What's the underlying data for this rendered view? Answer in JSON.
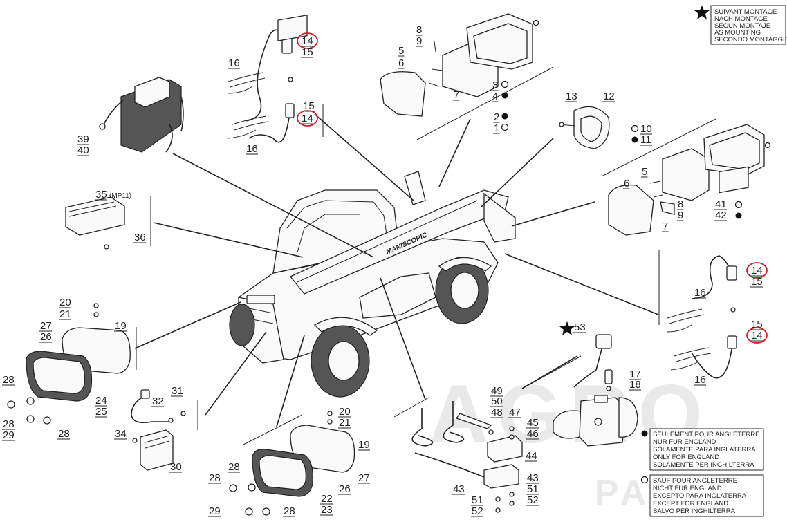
{
  "watermark": {
    "line1": "AGRO",
    "line2": "PARTS"
  },
  "legend_star": {
    "lines": [
      "SUIVANT MONTAGE",
      "NACH MONTAGE",
      "SEGUN MONTAJE",
      "AS MOUNTING",
      "SECONDO MONTAGGIO"
    ]
  },
  "legend_filled": {
    "lines": [
      "SEULEMENT POUR ANGLETERRE",
      "NUR FUR ENGLAND",
      "SOLAMENTE PARA INGLATERRA",
      "ONLY FOR ENGLAND",
      "SOLAMENTE PER INGHILTERRA"
    ]
  },
  "legend_empty": {
    "lines": [
      "SAUF POUR ANGLETERRE",
      "NICHT FUR ENGLAND",
      "EXCEPTO PARA INGLATERRA",
      "EXCEPT FOR ENGLAND",
      "SALVO PER INGHILTERRA"
    ]
  },
  "ecu_note": "(MP11)",
  "labels": {
    "n1a": "1",
    "n2a": "2",
    "n3a": "3",
    "n4a": "4",
    "n5a": "5",
    "n6a": "6",
    "n7a": "7",
    "n8a": "8",
    "n9a": "9",
    "n12": "12",
    "n13": "13",
    "n14a": "14",
    "n15a": "15",
    "n15b": "15",
    "n14b": "14",
    "n16a": "16",
    "n16b": "16",
    "n39": "39",
    "n40": "40",
    "n35": "35",
    "n36": "36",
    "n10": "10",
    "n11": "11",
    "n5b": "5",
    "n6b": "6",
    "n8b": "8",
    "n9b": "9",
    "n7b": "7",
    "n41": "41",
    "n42": "42",
    "n14c": "14",
    "n15c": "15",
    "n16c": "16",
    "n16d": "16",
    "n15d": "15",
    "n14d": "14",
    "n20a": "20",
    "n21a": "21",
    "n27a": "27",
    "n26a": "26",
    "n19a": "19",
    "n24a": "24",
    "n25a": "25",
    "n28a": "28",
    "n28b": "28",
    "n29a": "29",
    "n28c": "28",
    "n31": "31",
    "n32": "32",
    "n34": "34",
    "n30": "30",
    "n20b": "20",
    "n21b": "21",
    "n19b": "19",
    "n27b": "27",
    "n26b": "26",
    "n22": "22",
    "n23": "23",
    "n28d": "28",
    "n28e": "28",
    "n29b": "29",
    "n28f": "28",
    "n49": "49",
    "n50": "50",
    "n48": "48",
    "n47": "47",
    "n45": "45",
    "n46": "46",
    "n44": "44",
    "n43a": "43",
    "n43b": "43",
    "n51a": "51",
    "n51b": "51",
    "n52a": "52",
    "n52b": "52",
    "n53": "53",
    "n17": "17",
    "n18": "18"
  },
  "highlighted_callouts": [
    "14"
  ]
}
